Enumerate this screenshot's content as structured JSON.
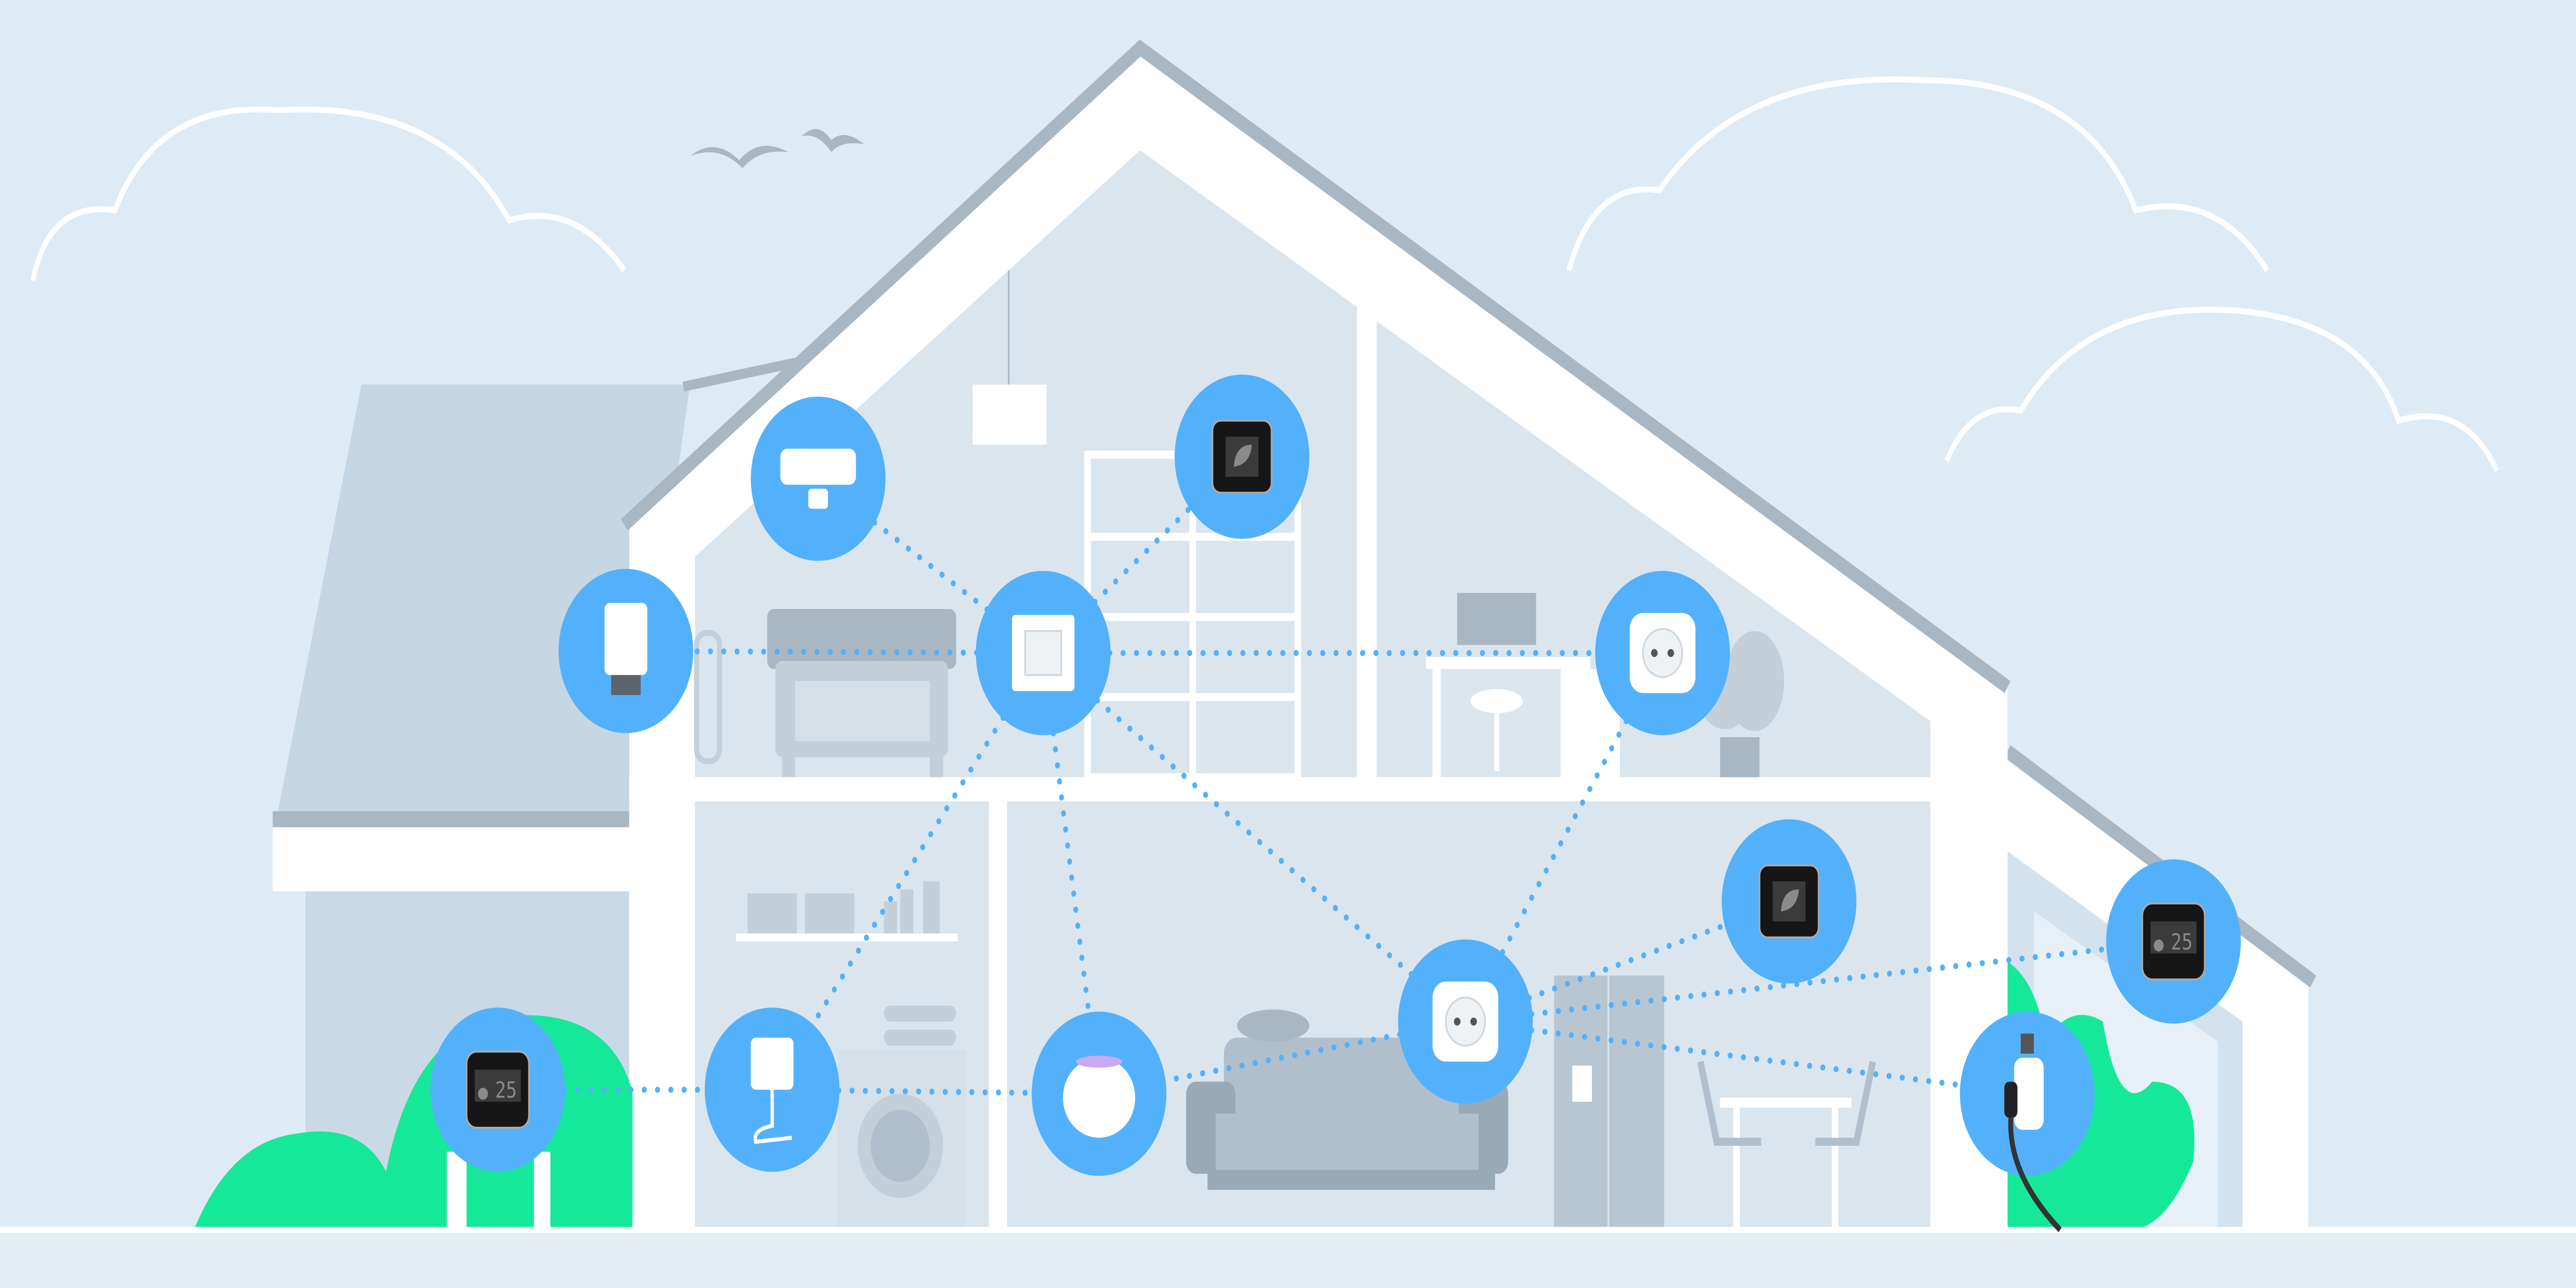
{
  "colors": {
    "sky": "#deebf5",
    "house_wall": "#ffffff",
    "roof": "#a9b7c3",
    "interior": "#dbe5ee",
    "device_bubble": "#53b1fb",
    "connection_dots": "#53b1fb",
    "bush": "#16e89a",
    "furniture": "#c3cfd9"
  },
  "devices": [
    {
      "id": "hub-switch",
      "icon": "wall-switch-icon"
    },
    {
      "id": "motion-sensor",
      "icon": "motion-sensor-icon"
    },
    {
      "id": "radiator-valve",
      "icon": "radiator-thermostat-icon"
    },
    {
      "id": "climate-display-upstairs",
      "icon": "leaf-display-icon"
    },
    {
      "id": "smart-plug-upstairs",
      "icon": "smart-plug-icon"
    },
    {
      "id": "thermostat-garage",
      "icon": "temperature-display-icon",
      "reading": "25"
    },
    {
      "id": "button-hub",
      "icon": "button-with-cable-icon"
    },
    {
      "id": "smart-speaker",
      "icon": "speaker-icon"
    },
    {
      "id": "smart-plug-living",
      "icon": "smart-plug-icon"
    },
    {
      "id": "climate-display-kitchen",
      "icon": "leaf-display-icon"
    },
    {
      "id": "thermostat-annex",
      "icon": "temperature-display-icon",
      "reading": "25"
    },
    {
      "id": "water-controller",
      "icon": "water-valve-icon"
    }
  ]
}
